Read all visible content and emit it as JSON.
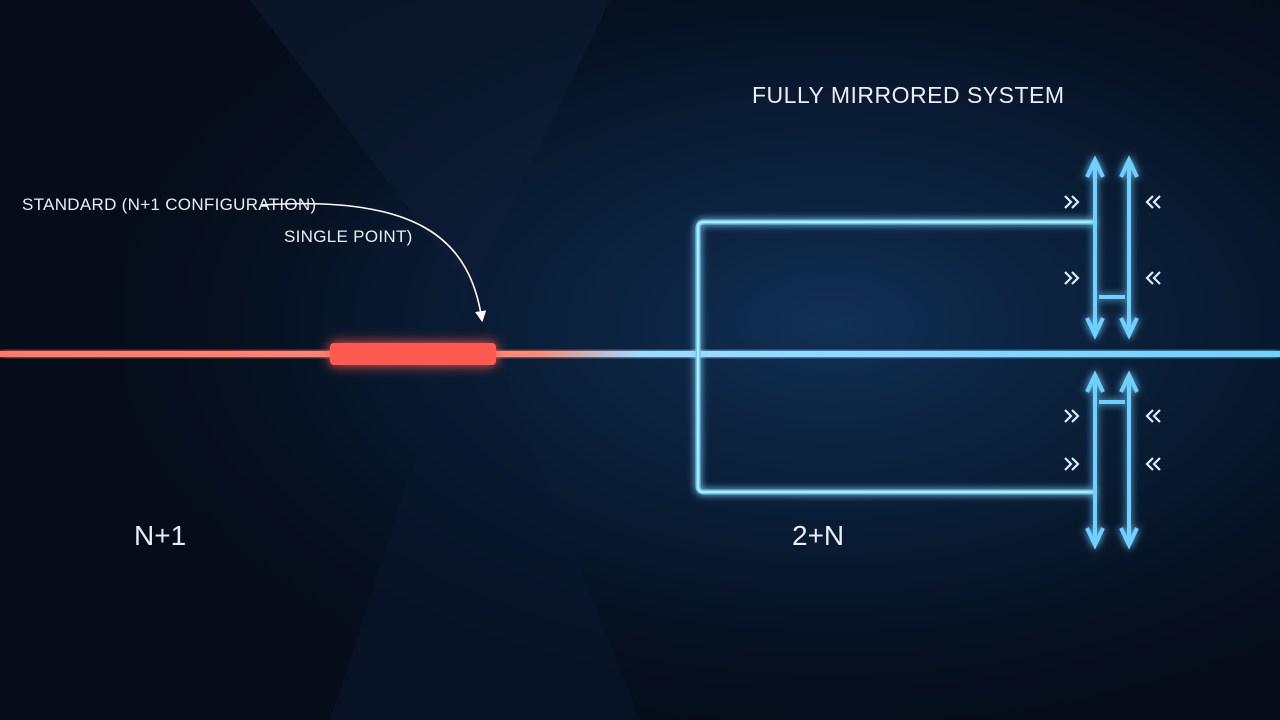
{
  "diagram": {
    "title": "FULLY MIRRORED SYSTEM",
    "annotation_main": "STANDARD (N+1 CONFIGURATION)",
    "annotation_sub": "SINGLE POINT)",
    "left_label": "N+1",
    "right_label": "2+N"
  },
  "colors": {
    "background": "#050d1a",
    "left_line": "#ff6a5a",
    "failure_segment": "#ff5a4f",
    "right_line": "#57c8ff",
    "text": "#e9eef6"
  },
  "icons": {
    "direction_markers": "double-chevron-icon",
    "arrows": "double-arrow-icon"
  }
}
